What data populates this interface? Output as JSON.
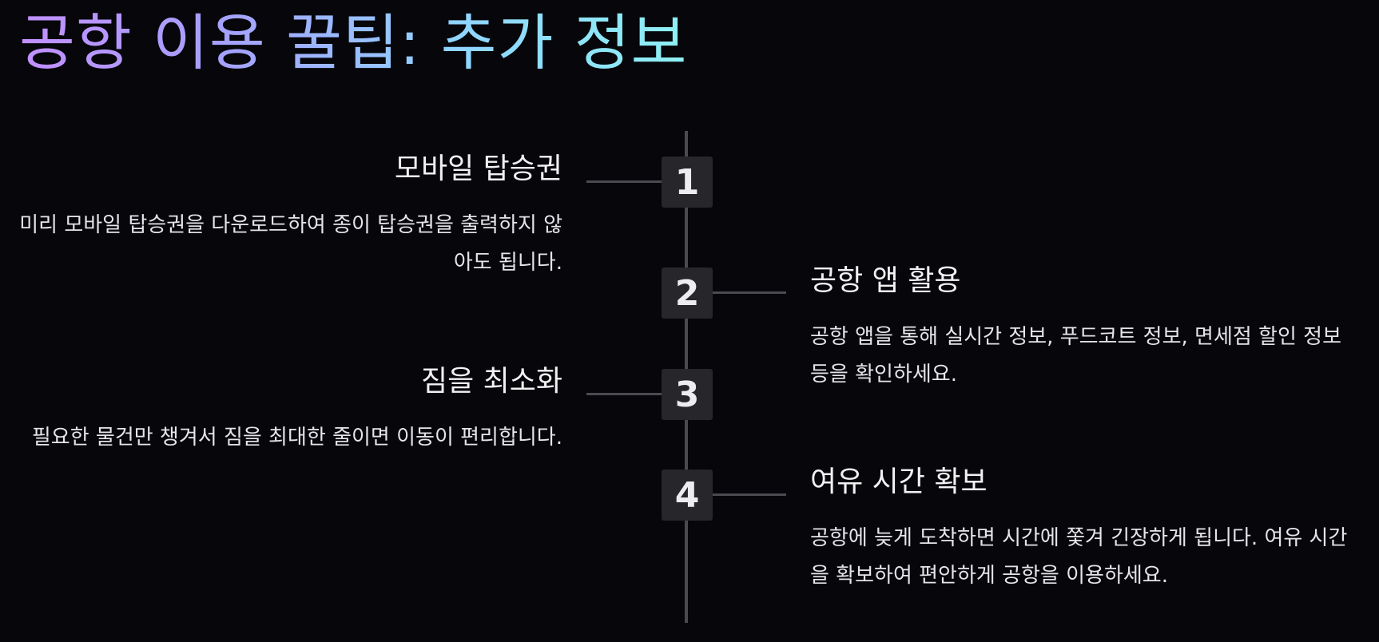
{
  "page": {
    "title": "공항 이용 꿀팁: 추가 정보"
  },
  "timeline": {
    "items": [
      {
        "number": "1",
        "title": "모바일 탑승권",
        "description": "미리 모바일 탑승권을 다운로드하여 종이 탑승권을 출력하지 않아도 됩니다."
      },
      {
        "number": "2",
        "title": "공항 앱 활용",
        "description": "공항 앱을 통해 실시간 정보, 푸드코트 정보, 면세점 할인 정보 등을 확인하세요."
      },
      {
        "number": "3",
        "title": "짐을 최소화",
        "description": "필요한 물건만 챙겨서 짐을 최대한 줄이면 이동이 편리합니다."
      },
      {
        "number": "4",
        "title": "여유 시간 확보",
        "description": "공항에 늦게 도착하면 시간에 쫓겨 긴장하게 됩니다. 여유 시간을 확보하여 편안하게 공항을 이용하세요."
      }
    ]
  },
  "colors": {
    "background": "#07070b",
    "title_gradient_start": "#c290ff",
    "title_gradient_end": "#8ef0f3",
    "marker_background": "#26262b",
    "line": "#4a4a50"
  }
}
